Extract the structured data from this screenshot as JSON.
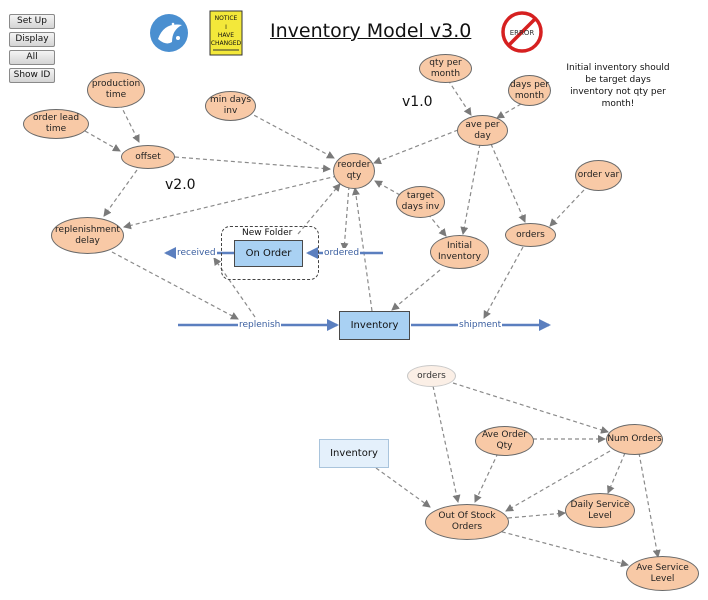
{
  "toolbar": {
    "setup_label": "Set Up",
    "display_label": "Display",
    "all_label": "All",
    "showid_label": "Show ID"
  },
  "header": {
    "title": "Inventory Model v3.0",
    "notice_sign_lines": [
      "NOTICE",
      "I",
      "HAVE",
      "CHANGED"
    ],
    "error_sign_text": "ERROR"
  },
  "note": "Initial inventory should be target days inventory not qty per month!",
  "versions": {
    "v1": "v1.0",
    "v2": "v2.0"
  },
  "folder": {
    "label": "New Folder"
  },
  "nodes": {
    "production_time": "production time",
    "order_lead_time": "order lead time",
    "offset": "offset",
    "min_days_inv": "min days inv",
    "reorder_qty": "reorder qty",
    "qty_per_month": "qty per month",
    "days_per_month": "days per month",
    "ave_per_day": "ave per day",
    "target_days_inv": "target days inv",
    "initial_inventory": "Initial Inventory",
    "order_var": "order var",
    "orders": "orders",
    "replenishment_delay": "replenishment delay",
    "orders_ghost": "orders",
    "ave_order_qty": "Ave Order Qty",
    "num_orders": "Num Orders",
    "out_of_stock_orders": "Out Of Stock Orders",
    "daily_service_level": "Daily Service Level",
    "ave_service_level": "Ave Service Level"
  },
  "stocks": {
    "on_order": "On Order",
    "inventory": "Inventory",
    "inventory_ghost": "Inventory"
  },
  "flows": {
    "received": "received",
    "ordered": "ordered",
    "replenish": "replenish",
    "shipment": "shipment"
  },
  "colors": {
    "auxiliary": "#f8c9a6",
    "stock": "#a9d1f3",
    "flow": "#5b7fbf",
    "link": "#888888"
  }
}
